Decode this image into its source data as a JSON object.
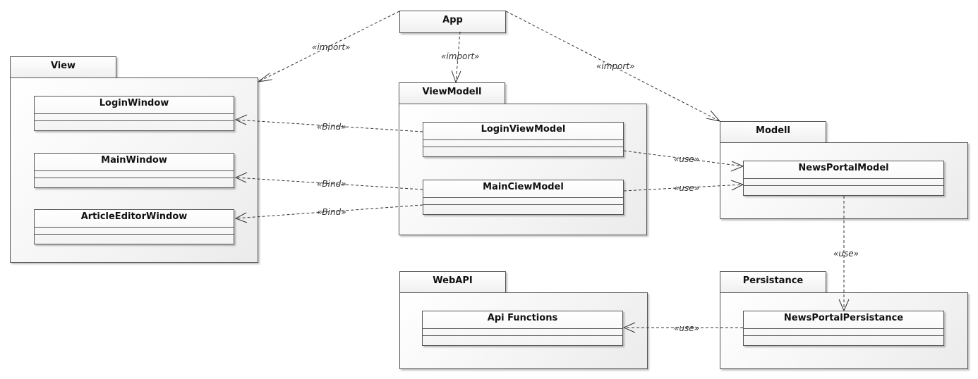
{
  "packages": {
    "app": "App",
    "view": "View",
    "viewmodell": "ViewModell",
    "modell": "Modell",
    "webapi": "WebAPI",
    "persistance": "Persistance"
  },
  "classes": {
    "login_window": "LoginWindow",
    "main_window": "MainWindow",
    "article_editor_window": "ArticleEditorWindow",
    "login_view_model": "LoginViewModel",
    "main_ciew_model": "MainCiewModel",
    "news_portal_model": "NewsPortalModel",
    "api_functions": "Api Functions",
    "news_portal_persistance": "NewsPortalPersistance"
  },
  "relations": {
    "app_view": "«import»",
    "app_viewmodell": "«import»",
    "app_modell": "«import»",
    "bind_login": "«Bind»",
    "bind_main": "«Bind»",
    "bind_article": "«Bind»",
    "use_login_model": "«use»",
    "use_main_model": "«use»",
    "use_model_persistance": "«use»",
    "use_persistance_api": "«use»"
  }
}
